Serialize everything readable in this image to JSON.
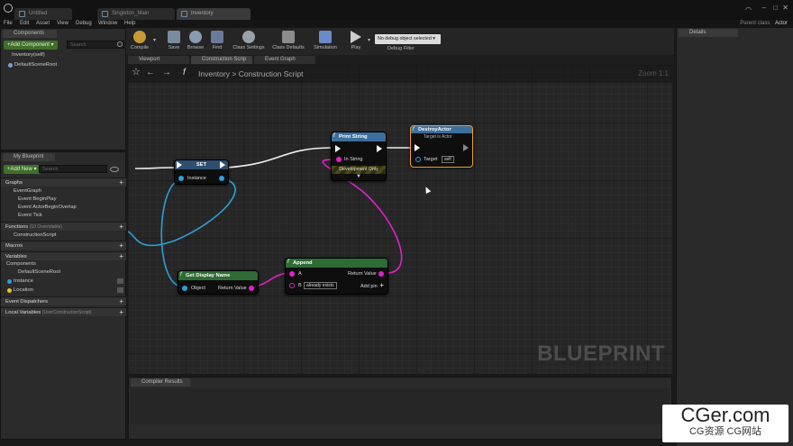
{
  "titlebar": {
    "tabs": [
      "Untitled",
      "Singleton_Main",
      "Inventory"
    ],
    "parent_class_label": "Parent class:",
    "parent_class_value": "Actor"
  },
  "menu": [
    "File",
    "Edit",
    "Asset",
    "View",
    "Debug",
    "Window",
    "Help"
  ],
  "components_panel": {
    "tab": "Components",
    "add_button": "+Add Component ▾",
    "search_placeholder": "Search",
    "root": "Inventory(self)",
    "items": [
      "DefaultSceneRoot"
    ]
  },
  "myblueprint_panel": {
    "tab": "My Blueprint",
    "add_button": "+Add New ▾",
    "search_placeholder": "Search",
    "graphs_header": "Graphs",
    "graphs": [
      "EventGraph",
      "Event BeginPlay",
      "Event ActorBeginOverlap",
      "Event Tick"
    ],
    "functions_header": "Functions",
    "functions_count": "(10 Overridable)",
    "functions": [
      "ConstructionScript"
    ],
    "macros_header": "Macros",
    "variables_header": "Variables",
    "components_subheader": "Components",
    "variables": [
      "DefaultSceneRoot",
      "Instance",
      "Location"
    ],
    "dispatchers_header": "Event Dispatchers",
    "locals_header": "Local Variables",
    "locals_scope": "(UserConstructionScript)"
  },
  "toolbar": {
    "buttons": [
      "Compile",
      "Save",
      "Browse",
      "Find",
      "Class Settings",
      "Class Defaults",
      "Simulation",
      "Play"
    ],
    "debug_select": "No debug object selected ▾",
    "debug_label": "Debug Filter"
  },
  "editor_tabs": [
    "Viewport",
    "Construction Scrip",
    "Event Graph"
  ],
  "breadcrumb": {
    "root": "Inventory",
    "separator": ">",
    "current": "Construction Script",
    "zoom": "Zoom 1:1"
  },
  "nodes": {
    "set": {
      "title": "SET",
      "pin": "Instance"
    },
    "print": {
      "title": "Print String",
      "pin": "In String",
      "dev": "Development Only"
    },
    "destroy": {
      "title": "DestroyActor",
      "subtitle": "Target is Actor",
      "pin": "Target",
      "self_value": "self"
    },
    "getname": {
      "title": "Get Display Name",
      "in_pin": "Object",
      "out_pin": "Return Value"
    },
    "append": {
      "title": "Append",
      "pin_a": "A",
      "pin_b": "B",
      "b_value": "already exists",
      "out_pin": "Return Value",
      "add_pin": "Add pin"
    }
  },
  "graph_watermark": "BLUEPRINT",
  "compiler_tab": "Compiler Results",
  "details_tab": "Details",
  "site_watermark": {
    "main": "CGer.com",
    "sub": "CG资源 CG网站"
  },
  "colors": {
    "exec": "#ffffff",
    "object_pin": "#2f9fd8",
    "string_pin": "#e021c9",
    "destroy_border": "#f0a020",
    "function_header": "#3c6f9c",
    "append_header": "#2f6b35"
  }
}
